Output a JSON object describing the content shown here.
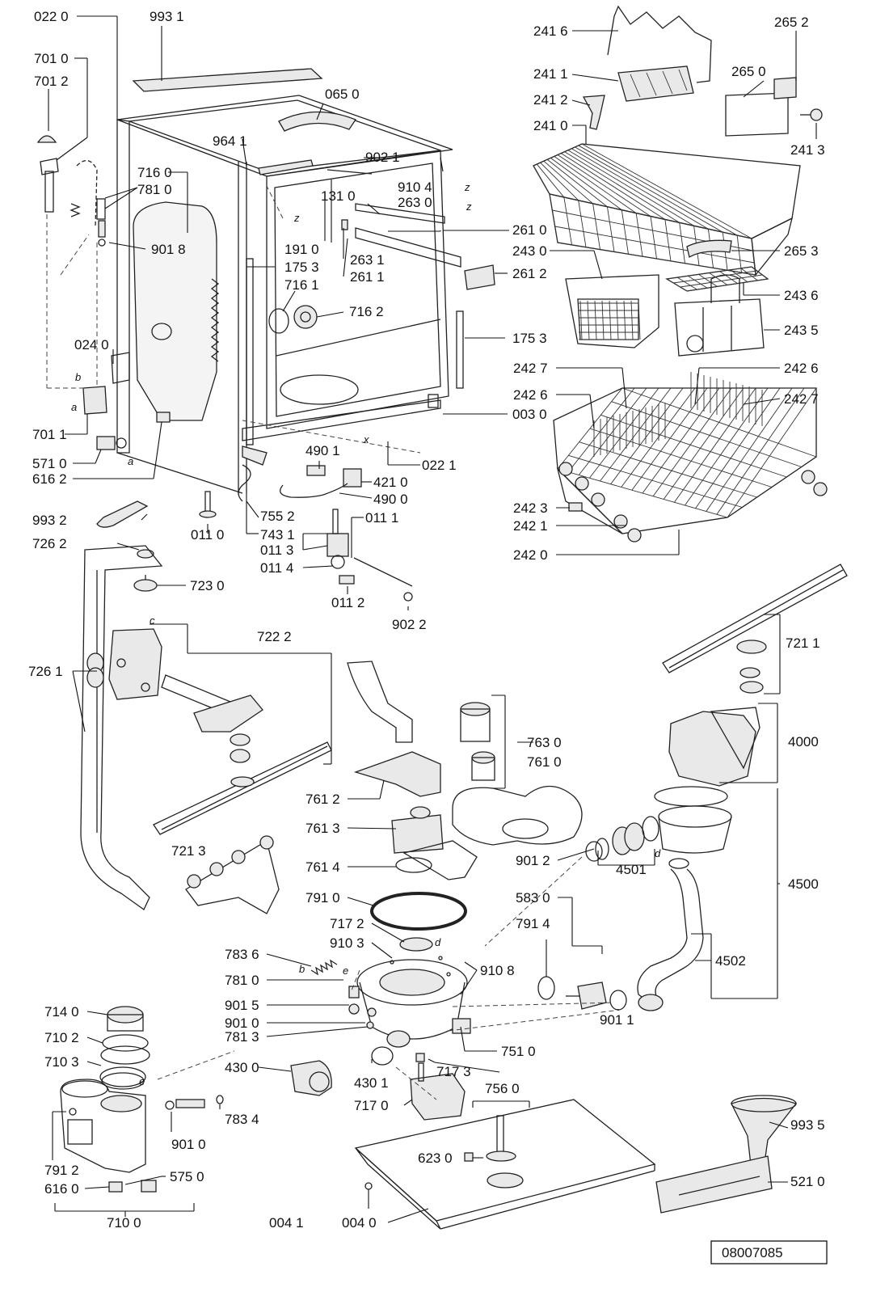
{
  "labels": {
    "l0220": "022 0",
    "l9931": "993 1",
    "l7010": "701 0",
    "l7012": "701 2",
    "l0650": "065 0",
    "l9641": "964 1",
    "l9021": "902 1",
    "l7160": "716 0",
    "l7810": "781 0",
    "l9104": "910 4",
    "l1310": "131 0",
    "l2630": "263 0",
    "l9018": "901 8",
    "l1910": "191 0",
    "l1753a": "175 3",
    "l2631": "263 1",
    "l2611": "261 1",
    "l7161": "716 1",
    "l7162": "716 2",
    "l0240": "024 0",
    "l1753b": "175 3",
    "l7011": "701 1",
    "l5710": "571 0",
    "l6162": "616 2",
    "l0030": "003 0",
    "l0221": "022 1",
    "l4901": "490 1",
    "l4210": "421 0",
    "l4900": "490 0",
    "l9932": "993 2",
    "l7552": "755 2",
    "l0111": "011 1",
    "l0110": "011 0",
    "l7431": "743 1",
    "l0113": "011 3",
    "l0114": "011 4",
    "l0112": "011 2",
    "l9022": "902 2",
    "l7262": "726 2",
    "l7230": "723 0",
    "l2416": "241 6",
    "l2652": "265 2",
    "l2411": "241 1",
    "l2650": "265 0",
    "l2412": "241 2",
    "l2410": "241 0",
    "l2413": "241 3",
    "l2610": "261 0",
    "l2430": "243 0",
    "l2612": "261 2",
    "l2653": "265 3",
    "l2436": "243 6",
    "l2435": "243 5",
    "l2427a": "242 7",
    "l2426a": "242 6",
    "l2426b": "242 6",
    "l2427b": "242 7",
    "l2423": "242 3",
    "l2421": "242 1",
    "l2420": "242 0",
    "l7222": "722 2",
    "l7261": "726 1",
    "l7211": "721 1",
    "l7630": "763 0",
    "l7610": "761 0",
    "l4000": "4000",
    "l7612": "761 2",
    "l7613": "761 3",
    "l7213": "721 3",
    "l7614": "761 4",
    "l9012": "901 2",
    "l4501": "4501",
    "l4500": "4500",
    "l7910": "791 0",
    "l5830": "583 0",
    "l7172": "717 2",
    "l7914": "791 4",
    "l9103": "910 3",
    "l7836": "783 6",
    "l9108": "910 8",
    "l4502": "4502",
    "l7810b": "781 0",
    "l9015": "901 5",
    "l9010": "901 0",
    "l9011": "901 1",
    "l7813": "781 3",
    "l7140": "714 0",
    "l7102": "710 2",
    "l7510": "751 0",
    "l7103": "710 3",
    "l4300": "430 0",
    "l7173": "717 3",
    "l4301": "430 1",
    "l7560": "756 0",
    "l7170": "717 0",
    "l7834": "783 4",
    "l9935": "993 5",
    "l9010b": "901 0",
    "l6230": "623 0",
    "l7912": "791 2",
    "l5750": "575 0",
    "l5210": "521 0",
    "l6160": "616 0",
    "l0041": "004 1",
    "l0040": "004 0",
    "l7100": "710 0"
  },
  "letters": {
    "z1": "z",
    "z2": "z",
    "z3": "z",
    "x": "x",
    "a1": "a",
    "a2": "a",
    "b1": "b",
    "b2": "b",
    "c": "c",
    "d1": "d",
    "d2": "d",
    "e1": "e",
    "e2": "e"
  },
  "drawing_number": "08007085"
}
